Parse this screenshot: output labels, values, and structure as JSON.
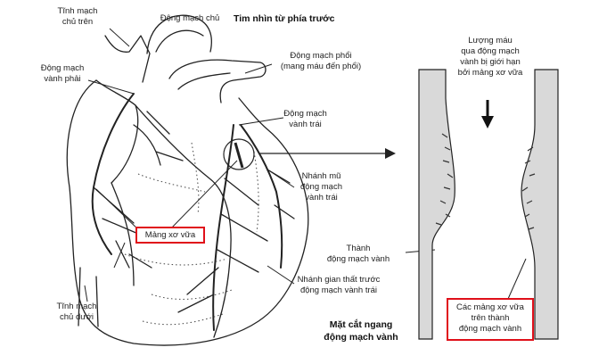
{
  "labels": {
    "svc_sup": "Tĩnh mạch\nchủ trên",
    "aorta": "Động mạch chủ",
    "front_view": "Tim nhìn từ phía trước",
    "rca": "Động mạch\nvành phải",
    "pulm_artery": "Động mạch phổi\n(mang máu đến phổi)",
    "lca": "Động mạch\nvành trái",
    "lcx": "Nhánh mũ\nđộng mạch\nvành trái",
    "plaque": "Mảng xơ vữa",
    "artery_wall": "Thành\nđộng mạch vành",
    "lad": "Nhánh gian thất trước\nđộng mạch vành trái",
    "ivc": "Tĩnh mạch\nchủ dưới",
    "cross_section": "Mặt cắt ngang\nđộng mạch vành",
    "blood_flow": "Lượng máu\nqua động mạch\nvành bị giới hạn\nbởi mảng xơ vữa",
    "plaques_on_wall": "Các mảng xơ vữa\ntrên thành\nđộng mạch vành"
  },
  "colors": {
    "highlight": "#e0101a",
    "line": "#222222",
    "wall": "#d9d9d9"
  }
}
